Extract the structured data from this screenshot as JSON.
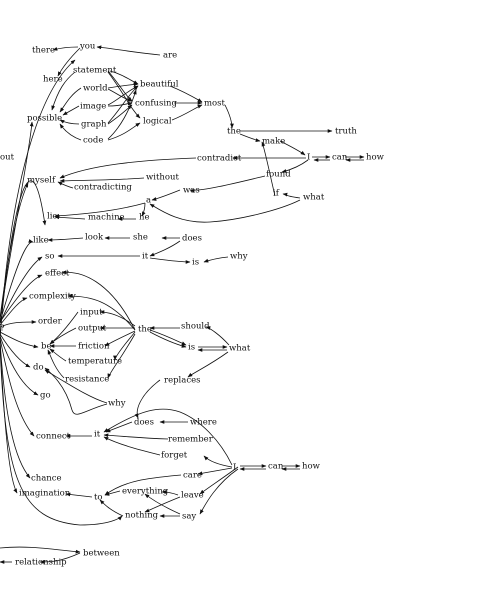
{
  "words": {
    "there": "there",
    "you": "you",
    "are": "are",
    "here": "here",
    "statement": "statement",
    "beautiful": "beautiful",
    "world": "world",
    "confusing": "confusing",
    "most": "most",
    "image": "image",
    "possible": "possible",
    "graph": "graph",
    "logical": "logical",
    "code": "code",
    "the_top": "the",
    "make": "make",
    "truth": "truth",
    "out": "out",
    "contradict": "contradict",
    "I_top": "I",
    "can_top": "can",
    "how_top": "how",
    "found": "found",
    "myself": "myself",
    "without": "without",
    "contradicting": "contradicting",
    "was": "was",
    "if": "if",
    "what_top": "what",
    "a": "a",
    "lie": "lie",
    "machine": "machine",
    "he": "he",
    "like": "like",
    "look": "look",
    "she": "she",
    "does_top": "does",
    "so": "so",
    "it_top": "it",
    "is_top": "is",
    "why_top": "why",
    "effect": "effect",
    "complexity": "complexity",
    "input": "input",
    "order": "order",
    "should": "should",
    "output": "output",
    "q": "?",
    "the_mid": "the",
    "be": "be",
    "friction": "friction",
    "is_mid": "is",
    "what_mid": "what",
    "temperature": "temperature",
    "do": "do",
    "resistance": "resistance",
    "replaces": "replaces",
    "go": "go",
    "why_mid": "why",
    "does_mid": "does",
    "where": "where",
    "connect": "connect",
    "it_mid": "it",
    "remember": "remember",
    "forget": "forget",
    "I_bot": "I",
    "can_bot": "can",
    "how_bot": "how",
    "chance": "chance",
    "care": "care",
    "everything": "everything",
    "imagination": "imagination",
    "to": "to",
    "leave": "leave",
    "nothing": "nothing",
    "say": "say",
    "between": "between",
    "relationship": "relationship"
  }
}
